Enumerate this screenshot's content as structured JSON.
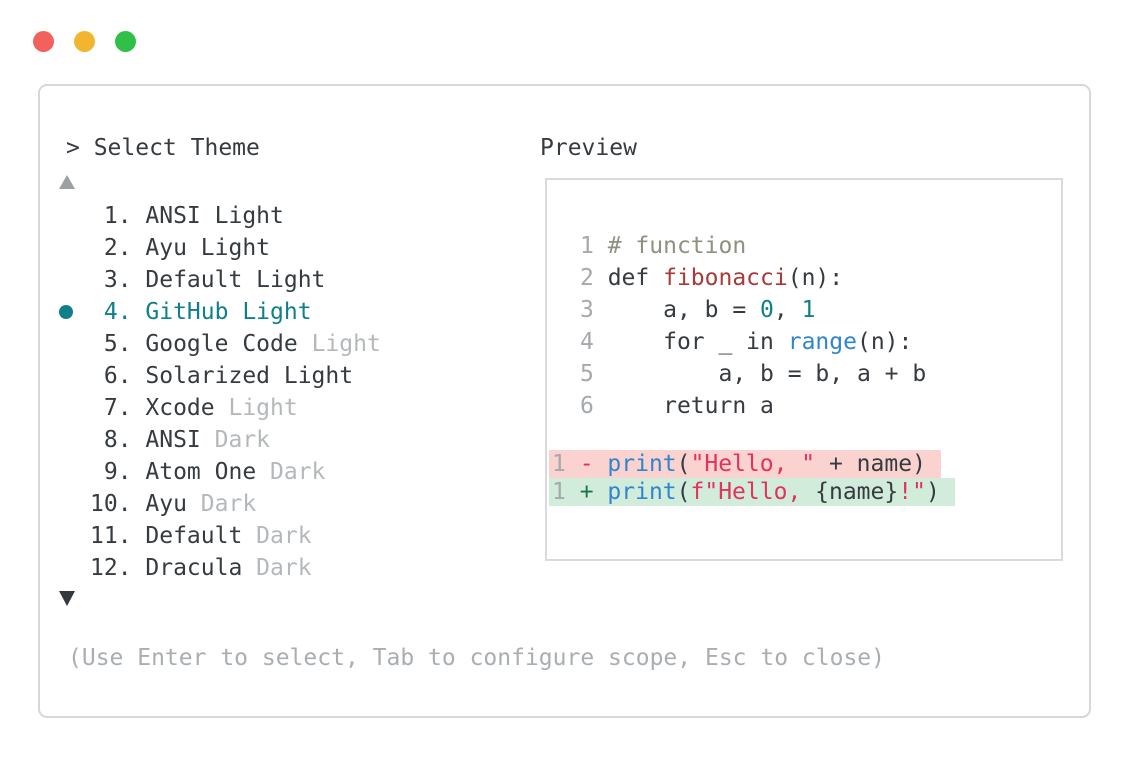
{
  "window": {
    "controls": [
      {
        "name": "close",
        "color": "#f2615b"
      },
      {
        "name": "minimize",
        "color": "#f3b52f"
      },
      {
        "name": "zoom",
        "color": "#30c048"
      }
    ]
  },
  "picker": {
    "prompt": "> Select Theme",
    "scroll_up_symbol": "up-triangle",
    "scroll_down_symbol": "down-triangle",
    "items": [
      {
        "number": " 1.",
        "main": "ANSI Light",
        "dim": "",
        "selected": false
      },
      {
        "number": " 2.",
        "main": "Ayu Light",
        "dim": "",
        "selected": false
      },
      {
        "number": " 3.",
        "main": "Default Light",
        "dim": "",
        "selected": false
      },
      {
        "number": " 4.",
        "main": "GitHub Light",
        "dim": "",
        "selected": true
      },
      {
        "number": " 5.",
        "main": "Google Code",
        "dim": "Light",
        "selected": false
      },
      {
        "number": " 6.",
        "main": "Solarized Light",
        "dim": "",
        "selected": false
      },
      {
        "number": " 7.",
        "main": "Xcode",
        "dim": "Light",
        "selected": false
      },
      {
        "number": " 8.",
        "main": "ANSI",
        "dim": "Dark",
        "selected": false
      },
      {
        "number": " 9.",
        "main": "Atom One",
        "dim": "Dark",
        "selected": false
      },
      {
        "number": "10.",
        "main": "Ayu",
        "dim": "Dark",
        "selected": false
      },
      {
        "number": "11.",
        "main": "Default",
        "dim": "Dark",
        "selected": false
      },
      {
        "number": "12.",
        "main": "Dracula",
        "dim": "Dark",
        "selected": false
      }
    ],
    "footer_hint": "(Use Enter to select, Tab to configure scope, Esc to close)"
  },
  "preview": {
    "label": "Preview",
    "code_lines": [
      [
        {
          "t": "1 ",
          "c": "ln"
        },
        {
          "t": "# function",
          "c": "comment"
        }
      ],
      [
        {
          "t": "2 ",
          "c": "ln"
        },
        {
          "t": "def ",
          "c": "fg"
        },
        {
          "t": "fibonacci",
          "c": "func"
        },
        {
          "t": "(n):",
          "c": "fg"
        }
      ],
      [
        {
          "t": "3 ",
          "c": "ln"
        },
        {
          "t": "    a, b = ",
          "c": "fg"
        },
        {
          "t": "0",
          "c": "num"
        },
        {
          "t": ", ",
          "c": "fg"
        },
        {
          "t": "1",
          "c": "num"
        }
      ],
      [
        {
          "t": "4 ",
          "c": "ln"
        },
        {
          "t": "    for _ in ",
          "c": "fg"
        },
        {
          "t": "range",
          "c": "blue"
        },
        {
          "t": "(n):",
          "c": "fg"
        }
      ],
      [
        {
          "t": "5 ",
          "c": "ln"
        },
        {
          "t": "        a, b = b, a + b",
          "c": "fg"
        }
      ],
      [
        {
          "t": "6 ",
          "c": "ln"
        },
        {
          "t": "    return a",
          "c": "fg"
        }
      ]
    ],
    "diff_lines": [
      {
        "type": "removed",
        "segments": [
          {
            "t": "1 ",
            "c": "ln"
          },
          {
            "t": "- ",
            "c": "minus"
          },
          {
            "t": "print",
            "c": "blue"
          },
          {
            "t": "(",
            "c": "fg"
          },
          {
            "t": "\"Hello, \"",
            "c": "str"
          },
          {
            "t": " + name)",
            "c": "fg"
          }
        ]
      },
      {
        "type": "added",
        "segments": [
          {
            "t": "1 ",
            "c": "ln"
          },
          {
            "t": "+ ",
            "c": "plus"
          },
          {
            "t": "print",
            "c": "blue"
          },
          {
            "t": "(",
            "c": "fg"
          },
          {
            "t": "f\"Hello, ",
            "c": "str"
          },
          {
            "t": "{name}",
            "c": "fg"
          },
          {
            "t": "!\"",
            "c": "str"
          },
          {
            "t": ")",
            "c": "fg"
          }
        ]
      }
    ]
  },
  "colors": {
    "selection_teal": "#0f7f8a",
    "text": "#363b40",
    "dim_text": "#b5b8bb",
    "footer_text": "#a9aeb2",
    "line_number": "#a5a9ac",
    "comment": "#8c9180",
    "function_name": "#a83a38",
    "call_blue": "#2f86cd",
    "string_red": "#e3325c",
    "diff_plus_green": "#1a7350",
    "diff_minus_red": "#dd3450",
    "removed_line_bg": "#fad3d0",
    "added_line_bg": "#d2ecdc"
  }
}
